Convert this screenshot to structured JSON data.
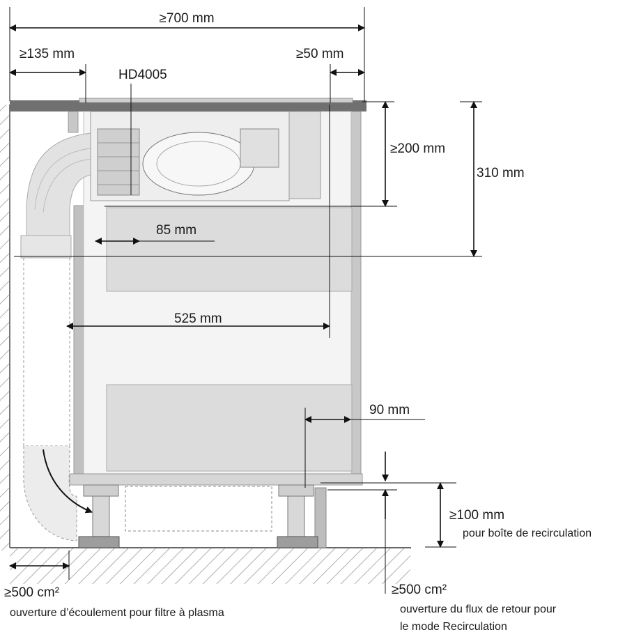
{
  "diagram": {
    "model": "HD4005",
    "dimensions": {
      "overall_width": "≥700 mm",
      "left_clearance": "≥135 mm",
      "right_clearance": "≥50 mm",
      "unit_height": "≥200 mm",
      "total_height": "310 mm",
      "duct_offset": "85 mm",
      "inner_width": "525 mm",
      "rear_gap": "90 mm",
      "plinth_height": "≥100 mm",
      "plinth_note": "pour boîte de recirculation"
    },
    "openings": {
      "left_area": "≥500 cm²",
      "left_note": "ouverture d’écoulement pour filtre à plasma",
      "right_area": "≥500 cm²",
      "right_note_line1": "ouverture du flux de retour pour",
      "right_note_line2": "le mode Recirculation"
    }
  }
}
